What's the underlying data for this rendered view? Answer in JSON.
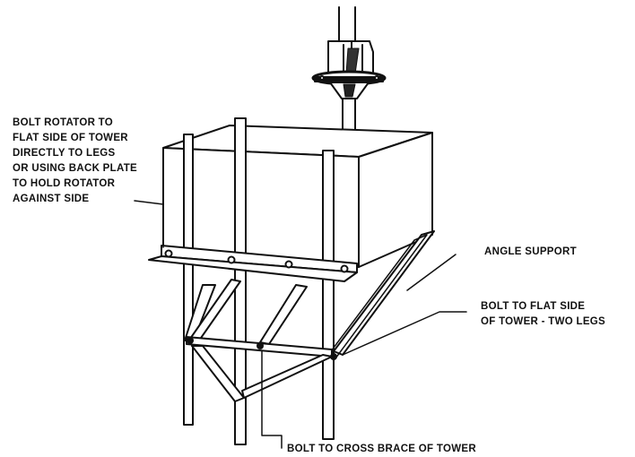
{
  "labels": {
    "rotator_note": [
      "BOLT ROTATOR TO",
      "FLAT SIDE OF TOWER",
      "DIRECTLY TO LEGS",
      "OR USING BACK PLATE",
      "TO HOLD ROTATOR",
      "AGAINST SIDE"
    ],
    "angle_support": "ANGLE SUPPORT",
    "flat_side_note": [
      "BOLT TO FLAT SIDE",
      "OF TOWER - TWO LEGS"
    ],
    "cross_brace_note": "BOLT TO CROSS BRACE OF TOWER"
  },
  "colors": {
    "ink": "#111111",
    "paper": "#ffffff"
  }
}
